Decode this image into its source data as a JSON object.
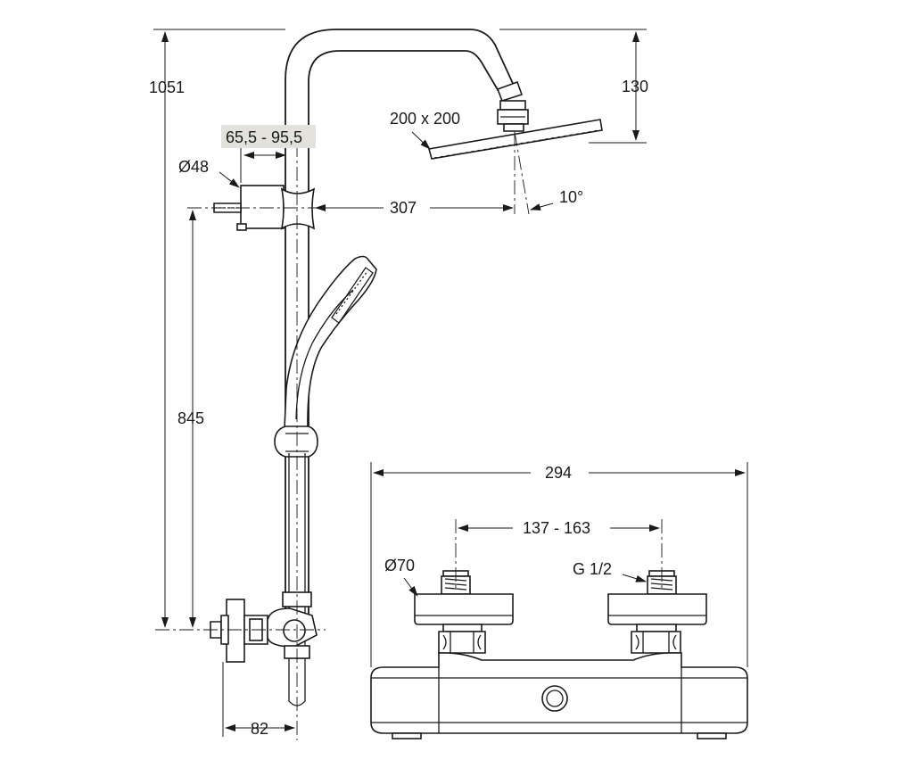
{
  "labels": {
    "height_total": "1051",
    "height_head": "130",
    "head_size": "200 x 200",
    "clamp_range": "65,5 - 95,5",
    "clamp_dia": "Ø48",
    "arm_reach": "307",
    "tilt_angle": "10°",
    "outlet_height": "845",
    "wall_offset": "82",
    "mixer_width": "294",
    "inlet_spacing": "137 - 163",
    "flange_dia": "Ø70",
    "thread": "G 1/2"
  },
  "colors": {
    "line": "#1a1a1a",
    "highlight": "#e3e1dc",
    "background": "#ffffff"
  }
}
